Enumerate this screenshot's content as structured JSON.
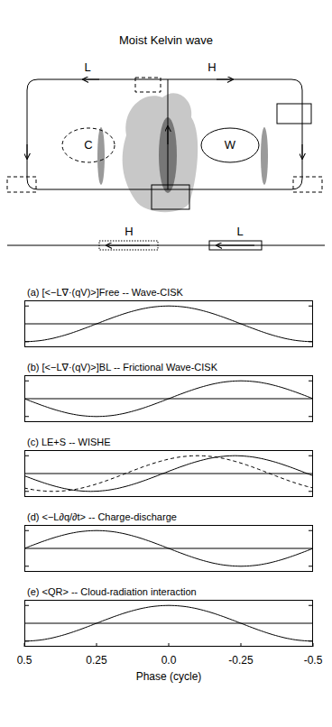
{
  "diagram": {
    "title": "Moist Kelvin wave",
    "nodes": [
      {
        "text": [
          "C"
        ]
      },
      {
        "text": [
          "W"
        ]
      },
      {
        "text": [
          "(a) [<−L∇·(qV)>]Free -- Wave-CISK"
        ]
      },
      {
        "text": [
          "(b) [<−L∇·(qV)>]BL -- Frictional Wave-CISK"
        ]
      },
      {
        "text": [
          "(c) LE+S -- WISHE"
        ]
      },
      {
        "text": [
          "(d) <−L∂q/∂t> -- Charge-discharge"
        ]
      },
      {
        "text": [
          "(e) <QR> -- Cloud-radiation interaction"
        ]
      }
    ],
    "labels": [
      "L",
      "H",
      "H",
      "L",
      "0.5",
      "0.25",
      "0.0",
      "-0.25",
      "-0.5",
      "Phase (cycle)"
    ]
  }
}
